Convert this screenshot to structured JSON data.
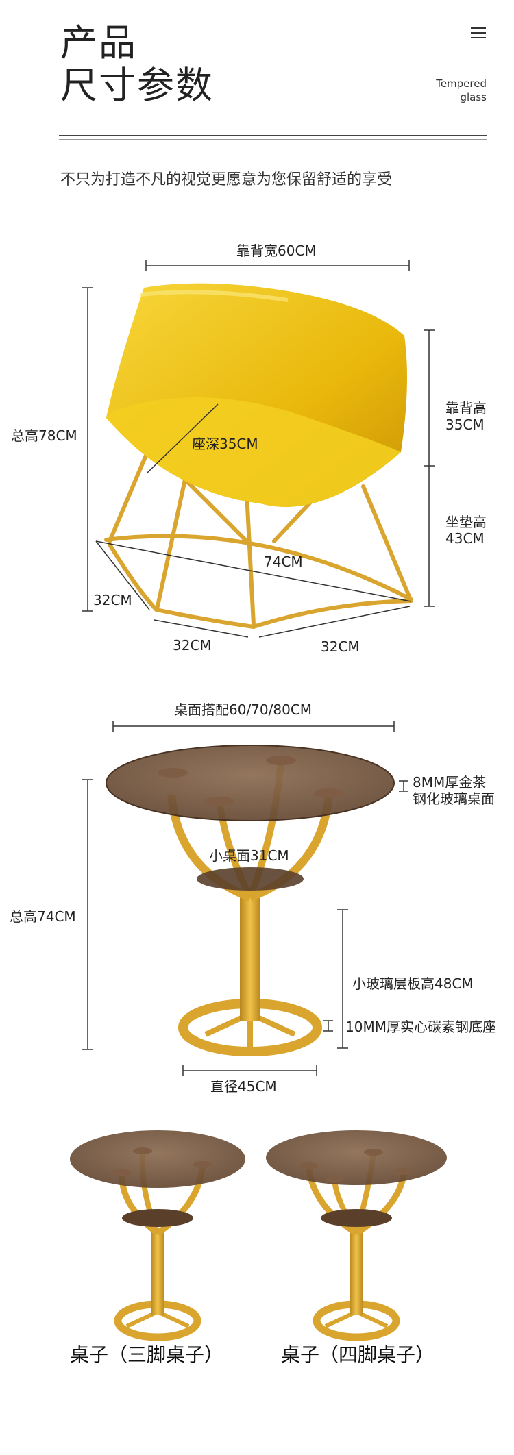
{
  "header": {
    "title_line1": "产品",
    "title_line2": "尺寸参数",
    "tag_line1": "Tempered",
    "tag_line2": "glass"
  },
  "subtitle": "不只为打造不凡的视觉更愿意为您保留舒适的享受",
  "chair": {
    "back_width": "靠背宽60CM",
    "total_height": "总高78CM",
    "back_height_line1": "靠背高",
    "back_height_line2": "35CM",
    "seat_depth": "座深35CM",
    "cushion_height_line1": "坐垫高",
    "cushion_height_line2": "43CM",
    "diagonal": "74CM",
    "side_left": "32CM",
    "bottom_left": "32CM",
    "bottom_right": "32CM"
  },
  "table": {
    "top_sizes": "桌面搭配60/70/80CM",
    "glass_line1": "8MM厚金茶",
    "glass_line2": "钢化玻璃桌面",
    "small_top": "小桌面31CM",
    "total_height": "总高74CM",
    "shelf_height": "小玻璃层板高48CM",
    "base": "10MM厚实心碳素钢底座",
    "diameter": "直径45CM"
  },
  "variants": [
    {
      "caption": "桌子（三脚桌子）"
    },
    {
      "caption": "桌子（四脚桌子）"
    }
  ],
  "colors": {
    "gold": "#d9a52e",
    "yellow": "#f2c20f",
    "glass": "#6e4e36"
  }
}
